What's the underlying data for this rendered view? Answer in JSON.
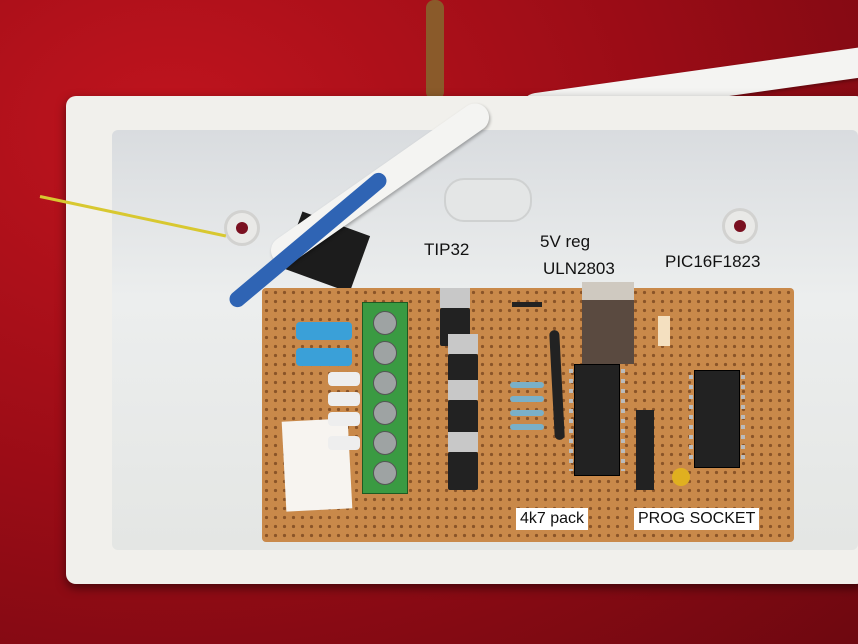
{
  "labels": {
    "tip32": "TIP32",
    "regulator": "5V reg",
    "uln": "ULN2803",
    "pic": "PIC16F1823",
    "resistor_pack": "4k7 pack",
    "prog_socket": "PROG SOCKET"
  },
  "colors": {
    "background_cloth": "#a2101a",
    "enclosure": "#f1f0ec",
    "stripboard": "#c9894a",
    "terminal_block": "#3a9a42"
  }
}
